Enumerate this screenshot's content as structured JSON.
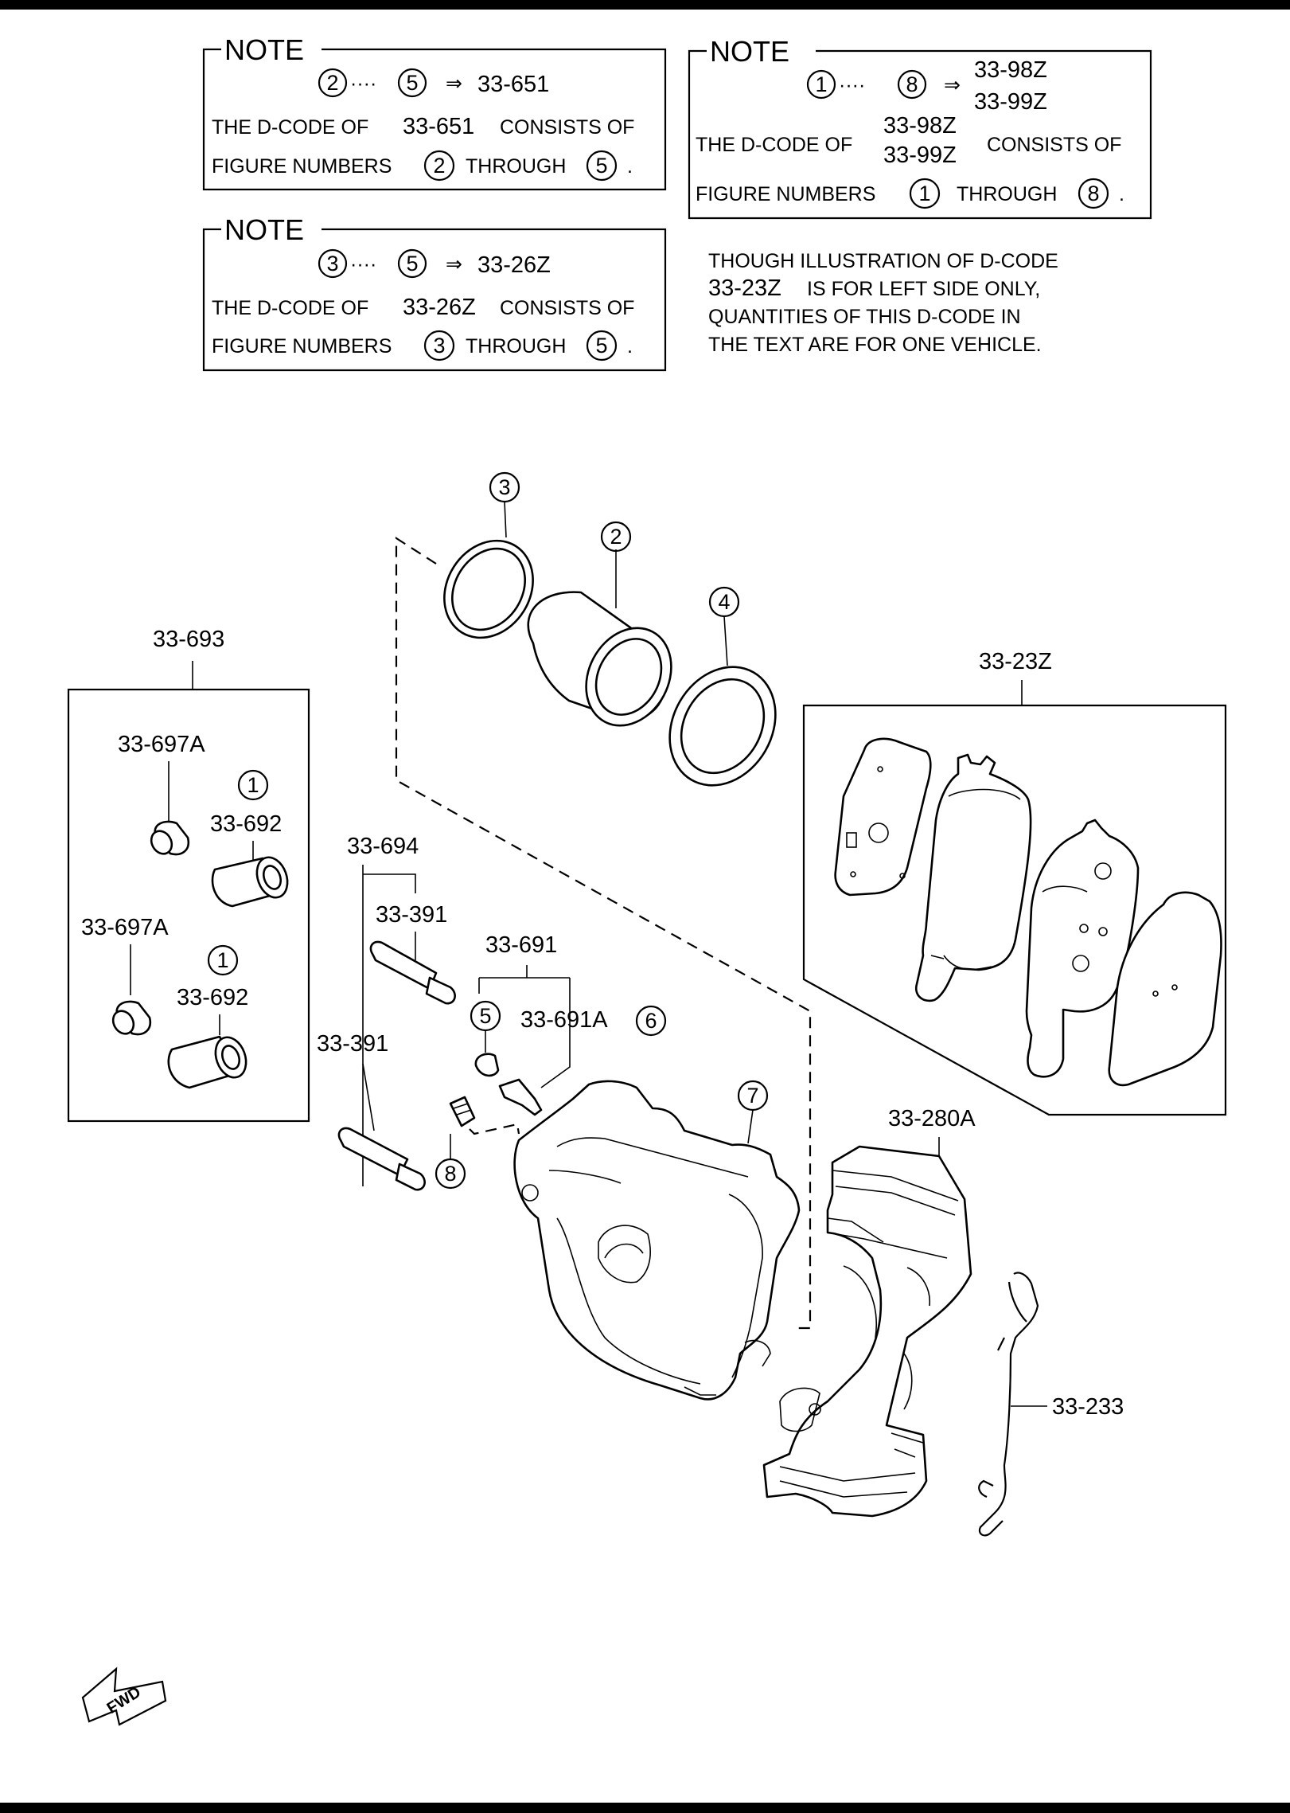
{
  "notes": [
    {
      "title": "NOTE",
      "range_from": "2",
      "range_to": "5",
      "arrow": "⇒",
      "result_code": "33-651",
      "line1_prefix": "THE D-CODE OF",
      "line1_code": "33-651",
      "line1_suffix": "CONSISTS OF",
      "line2_prefix": "FIGURE NUMBERS",
      "line2_from": "2",
      "line2_mid": "THROUGH",
      "line2_to": "5"
    },
    {
      "title": "NOTE",
      "range_from": "1",
      "range_to": "8",
      "arrow": "⇒",
      "result_code_1": "33-98Z",
      "result_code_2": "33-99Z",
      "line1_prefix": "THE D-CODE OF",
      "line1_code_1": "33-98Z",
      "line1_code_2": "33-99Z",
      "line1_suffix": "CONSISTS OF",
      "line2_prefix": "FIGURE NUMBERS",
      "line2_from": "1",
      "line2_mid": "THROUGH",
      "line2_to": "8"
    },
    {
      "title": "NOTE",
      "range_from": "3",
      "range_to": "5",
      "arrow": "⇒",
      "result_code": "33-26Z",
      "line1_prefix": "THE D-CODE OF",
      "line1_code": "33-26Z",
      "line1_suffix": "CONSISTS OF",
      "line2_prefix": "FIGURE NUMBERS",
      "line2_from": "3",
      "line2_mid": "THROUGH",
      "line2_to": "5"
    }
  ],
  "illustration_note": {
    "line1": "THOUGH ILLUSTRATION OF D-CODE",
    "line2_code": "33-23Z",
    "line2_rest": "IS FOR LEFT SIDE ONLY,",
    "line3": "QUANTITIES OF THIS D-CODE IN",
    "line4": "THE TEXT ARE FOR ONE VEHICLE."
  },
  "callouts": {
    "n1a": "1",
    "n1b": "1",
    "n2": "2",
    "n3": "3",
    "n4": "4",
    "n5": "5",
    "n6": "6",
    "n7": "7",
    "n8": "8"
  },
  "part_labels": {
    "p33_693": "33-693",
    "p33_697a_top": "33-697A",
    "p33_692_top": "33-692",
    "p33_697a_bottom": "33-697A",
    "p33_692_bottom": "33-692",
    "p33_694": "33-694",
    "p33_391_upper": "33-391",
    "p33_391_lower": "33-391",
    "p33_691": "33-691",
    "p33_691a": "33-691A",
    "p33_23z": "33-23Z",
    "p33_280a": "33-280A",
    "p33_233": "33-233"
  },
  "fwd_label": "FWD"
}
